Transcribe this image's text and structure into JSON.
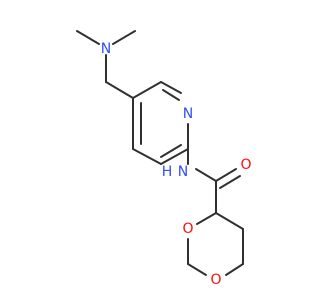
{
  "molecule": {
    "atoms": [
      {
        "id": "n_amine",
        "label": "N",
        "color": "#3050F8"
      },
      {
        "id": "n_pyridine",
        "label": "N",
        "color": "#3050F8"
      },
      {
        "id": "n_amide_h",
        "label": "H",
        "color": "#3050F8"
      },
      {
        "id": "n_amide",
        "label": "N",
        "color": "#3050F8"
      },
      {
        "id": "o_carbonyl",
        "label": "O",
        "color": "#FF0D0D"
      },
      {
        "id": "o_ring_1",
        "label": "O",
        "color": "#FF0D0D"
      },
      {
        "id": "o_ring_2",
        "label": "O",
        "color": "#FF0D0D"
      }
    ],
    "bond_color": "#303030"
  }
}
